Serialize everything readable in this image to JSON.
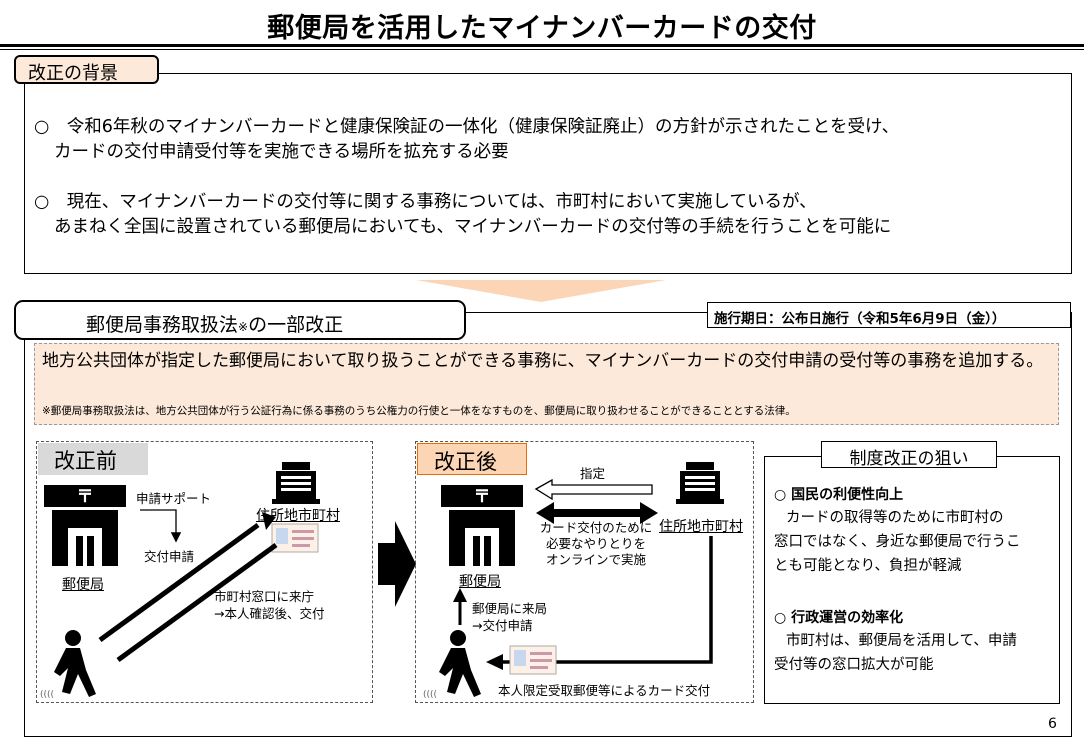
{
  "header": {
    "title": "郵便局を活用したマイナンバーカードの交付"
  },
  "background": {
    "tab_label": "改正の背景",
    "p1_line1": "○　令和6年秋のマイナンバーカードと健康保険証の一体化（健康保険証廃止）の方針が示されたことを受け、",
    "p1_line2": "カードの交付申請受付等を実施できる場所を拡充する必要",
    "p2_line1": "○　現在、マイナンバーカードの交付等に関する事務については、市町村において実施しているが、",
    "p2_line2": "あまねく全国に設置されている郵便局においても、マイナンバーカードの交付等の手続を行うことを可能に"
  },
  "amendment": {
    "tab_label": "郵便局事務取扱法",
    "tab_mark": "※",
    "tab_suffix": "の一部改正",
    "effective_date": "施行期日：公布日施行（令和5年6月9日（金））",
    "summary": "地方公共団体が指定した郵便局において取り扱うことができる事務に、マイナンバーカードの交付申請の受付等の事務を追加する。",
    "note": "※郵便局事務取扱法は、地方公共団体が行う公証行為に係る事務のうち公権力の行使と一体をなすものを、郵便局に取り扱わせることができることとする法律。"
  },
  "before": {
    "heading": "改正前",
    "post_office": "郵便局",
    "municipality": "住所地市町村",
    "support": "申請サポート",
    "application": "交付申請",
    "visit_line1": "市町村窓口に来庁",
    "visit_line2": "→本人確認後、交付"
  },
  "after": {
    "heading": "改正後",
    "designation": "指定",
    "post_office": "郵便局",
    "municipality": "住所地市町村",
    "online_line1": "カード交付のために",
    "online_line2": "必要なやりとりを",
    "online_line3": "オンラインで実施",
    "visit_line1": "郵便局に来局",
    "visit_line2": "→交付申請",
    "delivery": "本人限定受取郵便等によるカード交付"
  },
  "aims": {
    "title": "制度改正の狙い",
    "aim1_head": "○ 国民の利便性向上",
    "aim1_line1": "カードの取得等のために市町村の",
    "aim1_line2": "窓口ではなく、身近な郵便局で行うこ",
    "aim1_line3": "とも可能となり、負担が軽減",
    "aim2_head": "○ 行政運営の効率化",
    "aim2_line1": "市町村は、郵便局を活用して、申請",
    "aim2_line2": "受付等の窓口拡大が可能"
  },
  "page_number": "6",
  "colors": {
    "tab_fill": "#fde9d9",
    "after_head_fill": "#fcd5b4",
    "before_head_fill": "#d9d9d9",
    "arrow_fill": "#fbd5b5"
  }
}
